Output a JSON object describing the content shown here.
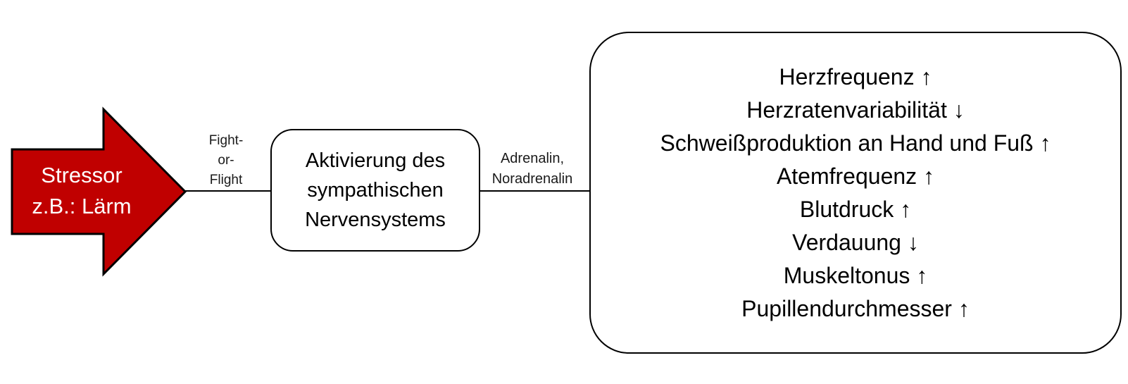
{
  "colors": {
    "arrow_fill": "#C00000",
    "stroke": "#000000",
    "background": "#FFFFFF"
  },
  "stressor": {
    "line1": "Stressor",
    "line2": "z.B.: Lärm"
  },
  "fight_or_flight": {
    "line1": "Fight-",
    "line2": "or-",
    "line3": "Flight"
  },
  "activation": {
    "line1": "Aktivierung des",
    "line2": "sympathischen",
    "line3": "Nervensystems"
  },
  "transmitters": {
    "line1": "Adrenalin,",
    "line2": "Noradrenalin"
  },
  "effects": {
    "items": [
      "Herzfrequenz ↑",
      "Herzratenvariabilität ↓",
      "Schweißproduktion an Hand und Fuß ↑",
      "Atemfrequenz ↑",
      "Blutdruck ↑",
      "Verdauung ↓",
      "Muskeltonus ↑",
      "Pupillendurchmesser ↑"
    ]
  }
}
